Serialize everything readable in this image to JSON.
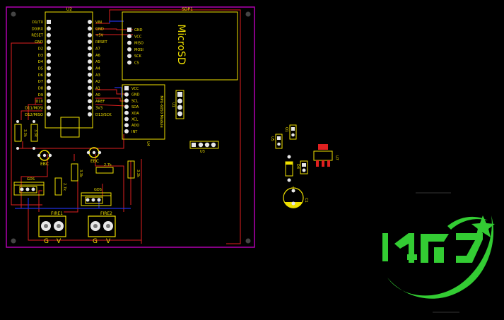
{
  "colors": {
    "background": "#000000",
    "board_outline": "#b000b0",
    "silkscreen": "#f0e000",
    "trace_red": "#e02020",
    "trace_blue": "#2030e0",
    "pad_white": "#e8e8e8",
    "logo_green": "#33cc33"
  },
  "components": {
    "u2": {
      "ref": "U2",
      "left_pins": [
        "D1/TX",
        "D0/RX",
        "RESET",
        "GND",
        "D2",
        "D3",
        "D4",
        "D5",
        "D6",
        "D7",
        "D8",
        "D9",
        "D10",
        "D11/MOSI",
        "D12/MISO"
      ],
      "right_pins": [
        "VIN",
        "GND",
        "+5V",
        "RESET",
        "A7",
        "A6",
        "A5",
        "A4",
        "A3",
        "A2",
        "A1",
        "A0",
        "AREF",
        "3V3",
        "D13/SCK"
      ]
    },
    "sdp1": {
      "ref": "SDP1",
      "title": "MicroSD",
      "pins": [
        "GND",
        "VCC",
        "MISO",
        "MOSI",
        "SCK",
        "CS"
      ]
    },
    "u4": {
      "ref": "U4",
      "title": "MPU-6050 Module",
      "pins": [
        "VCC",
        "GND",
        "SCL",
        "SDA",
        "XDA",
        "XCL",
        "ADO",
        "INT"
      ]
    },
    "u1": {
      "ref": "U1"
    },
    "u3": {
      "ref": "U3"
    },
    "u5": {
      "ref": "U5"
    },
    "q1": {
      "ref": "Q1"
    },
    "u7": {
      "ref": "U7"
    },
    "d4": {
      "ref": "D4"
    },
    "c1": {
      "ref": "C1"
    },
    "r_a": {
      "ref": "3.3k"
    },
    "r_b": {
      "ref": "3.3k"
    },
    "r_c": {
      "ref": "3.3k"
    },
    "r_d": {
      "ref": "2.7k"
    },
    "r_e": {
      "ref": "2.7k"
    },
    "r_f": {
      "ref": "3.3k"
    },
    "ebc1": {
      "ref": "EBC"
    },
    "ebc2": {
      "ref": "EBC"
    },
    "gds1": {
      "ref": "GDS"
    },
    "gds2": {
      "ref": "GDS"
    },
    "fire1": {
      "ref": "FIRE1",
      "pins": [
        "G",
        "V"
      ]
    },
    "fire2": {
      "ref": "FIRE2",
      "pins": [
        "G",
        "V"
      ]
    }
  },
  "logo": {
    "name": "green-team-logo"
  }
}
